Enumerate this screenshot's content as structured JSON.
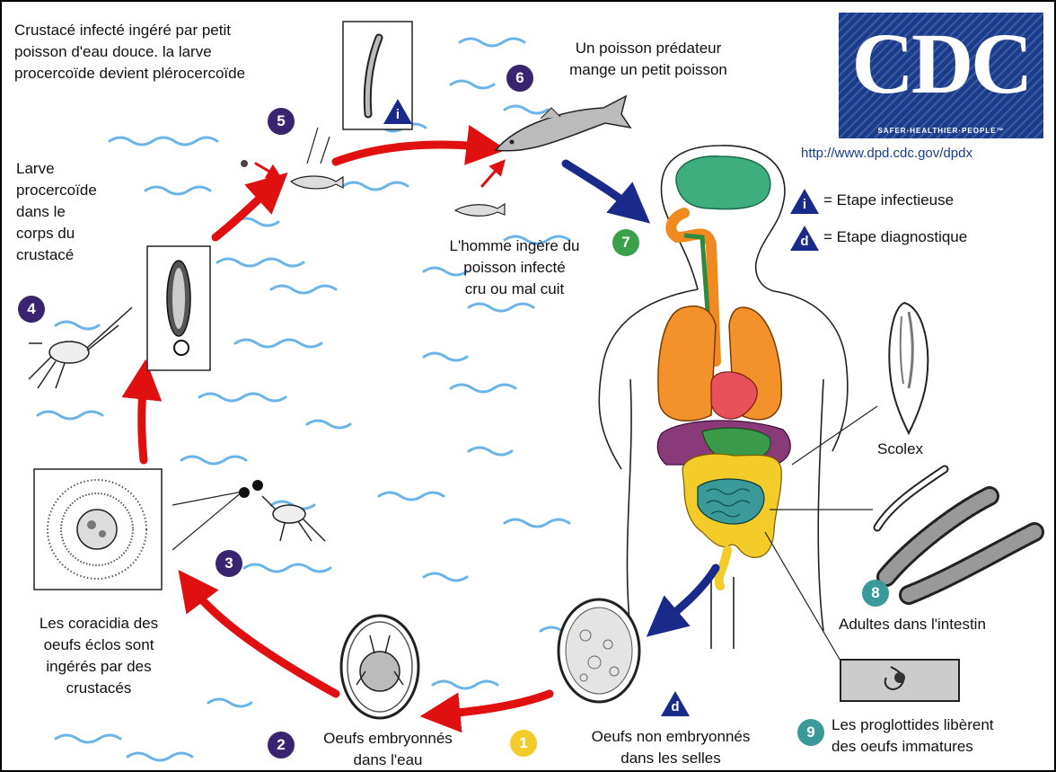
{
  "logo": {
    "text": "CDC",
    "tagline": "SAFER·HEALTHIER·PEOPLE™"
  },
  "url": "http://www.dpd.cdc.gov/dpdx",
  "legend": {
    "infective": {
      "symbol": "i",
      "label": "= Etape infectieuse"
    },
    "diagnostic": {
      "symbol": "d",
      "label": "= Etape diagnostique"
    }
  },
  "stages": {
    "s1": {
      "number": "1",
      "text": "Oeufs non embryonnés\ndans les selles"
    },
    "s2": {
      "number": "2",
      "text": "Oeufs embryonnés\ndans l'eau"
    },
    "s3": {
      "number": "3",
      "text": "Les coracidia des\noeufs éclos sont\ningérés par des\ncrustacés"
    },
    "s4": {
      "number": "4",
      "text": "Larve\nprocercoïde\ndans le\ncorps du\ncrustacé"
    },
    "s5": {
      "number": "5",
      "text": "Crustacé infecté ingéré par petit\npoisson d'eau douce. la larve\nprocercoïde devient plérocercoïde"
    },
    "s6": {
      "number": "6",
      "text": "Un poisson prédateur\nmange un petit poisson"
    },
    "s7": {
      "number": "7",
      "text": "L'homme ingère du\npoisson infecté\ncru ou mal cuit"
    },
    "s8": {
      "number": "8",
      "text": "Adultes dans l'intestin"
    },
    "s9": {
      "number": "9",
      "text": "Les proglottides libèrent\ndes oeufs immatures"
    }
  },
  "scolex": "Scolex",
  "markers": {
    "stage5": "i",
    "stage1": "d"
  }
}
